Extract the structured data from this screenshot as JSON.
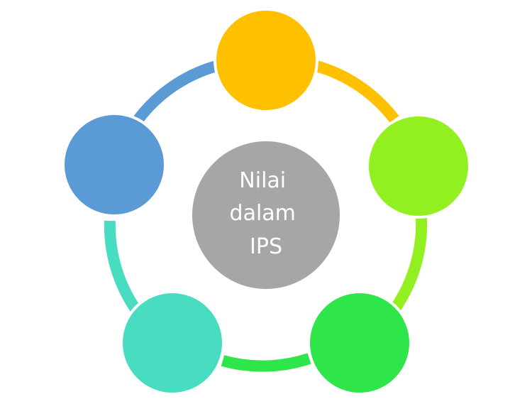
{
  "center": {
    "label_lines": [
      "Nilai",
      "dalam",
      "IPS"
    ],
    "color": "#a6a6a6"
  },
  "nodes": [
    {
      "position": "top",
      "color": "#ffc000"
    },
    {
      "position": "right",
      "color": "#92f020"
    },
    {
      "position": "bottom-right",
      "color": "#2ee64a"
    },
    {
      "position": "bottom-left",
      "color": "#48dcc0"
    },
    {
      "position": "left",
      "color": "#5b9bd5"
    }
  ],
  "connectors": [
    {
      "from": "top",
      "to": "right",
      "color": "#ffc000"
    },
    {
      "from": "right",
      "to": "bottom-right",
      "color": "#92f020"
    },
    {
      "from": "bottom-right",
      "to": "bottom-left",
      "color": "#2ee64a"
    },
    {
      "from": "bottom-left",
      "to": "left",
      "color": "#48dcc0"
    },
    {
      "from": "left",
      "to": "top",
      "color": "#5b9bd5"
    }
  ]
}
